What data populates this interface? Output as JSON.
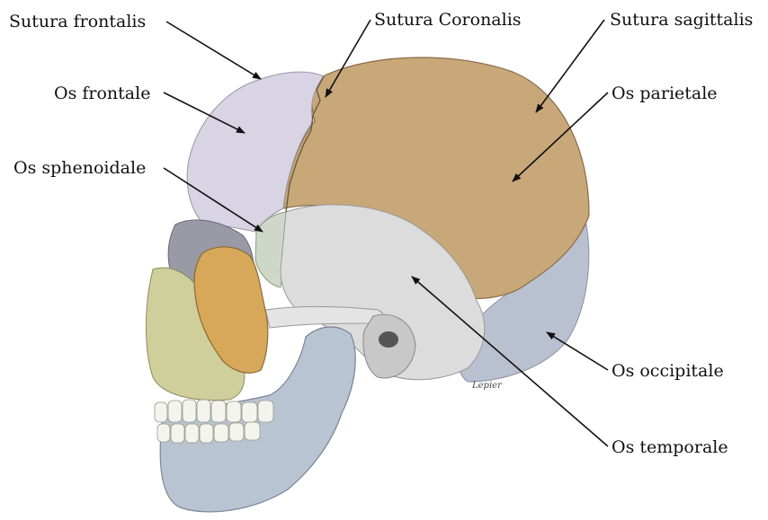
{
  "labels": {
    "sutura_frontalis": "Sutura frontalis",
    "sutura_coronalis": "Sutura Coronalis",
    "sutura_sagittalis": "Sutura sagittalis",
    "os_frontale": "Os frontale",
    "os_parietale": "Os parietale",
    "os_sphenoidale": "Os sphenoidale",
    "os_occipitale": "Os occipitale",
    "os_temporale": "Os temporale"
  },
  "artist_signature": "Lepier",
  "colors": {
    "os_parietale": "#c8a878",
    "os_frontale": "#d8d4e4",
    "os_sphenoidale": "#cfd8c8",
    "os_temporale": "#dcdcdc",
    "os_occipitale": "#b9c0d0",
    "os_zygomaticum": "#d8a85a",
    "maxilla": "#cfcf9c",
    "mandibula": "#b9c4d2",
    "leader_line": "#111111"
  }
}
